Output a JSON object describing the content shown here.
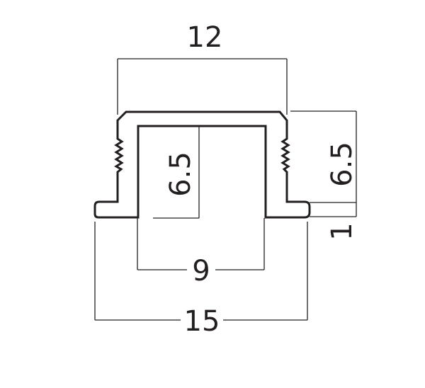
{
  "dimensions": {
    "top_width": "12",
    "outer_height": "6.5",
    "inner_height": "6.5",
    "inner_width": "9",
    "lip_thickness": "1",
    "bottom_width": "15"
  },
  "colors": {
    "line": "#231f20",
    "background": "#ffffff"
  }
}
